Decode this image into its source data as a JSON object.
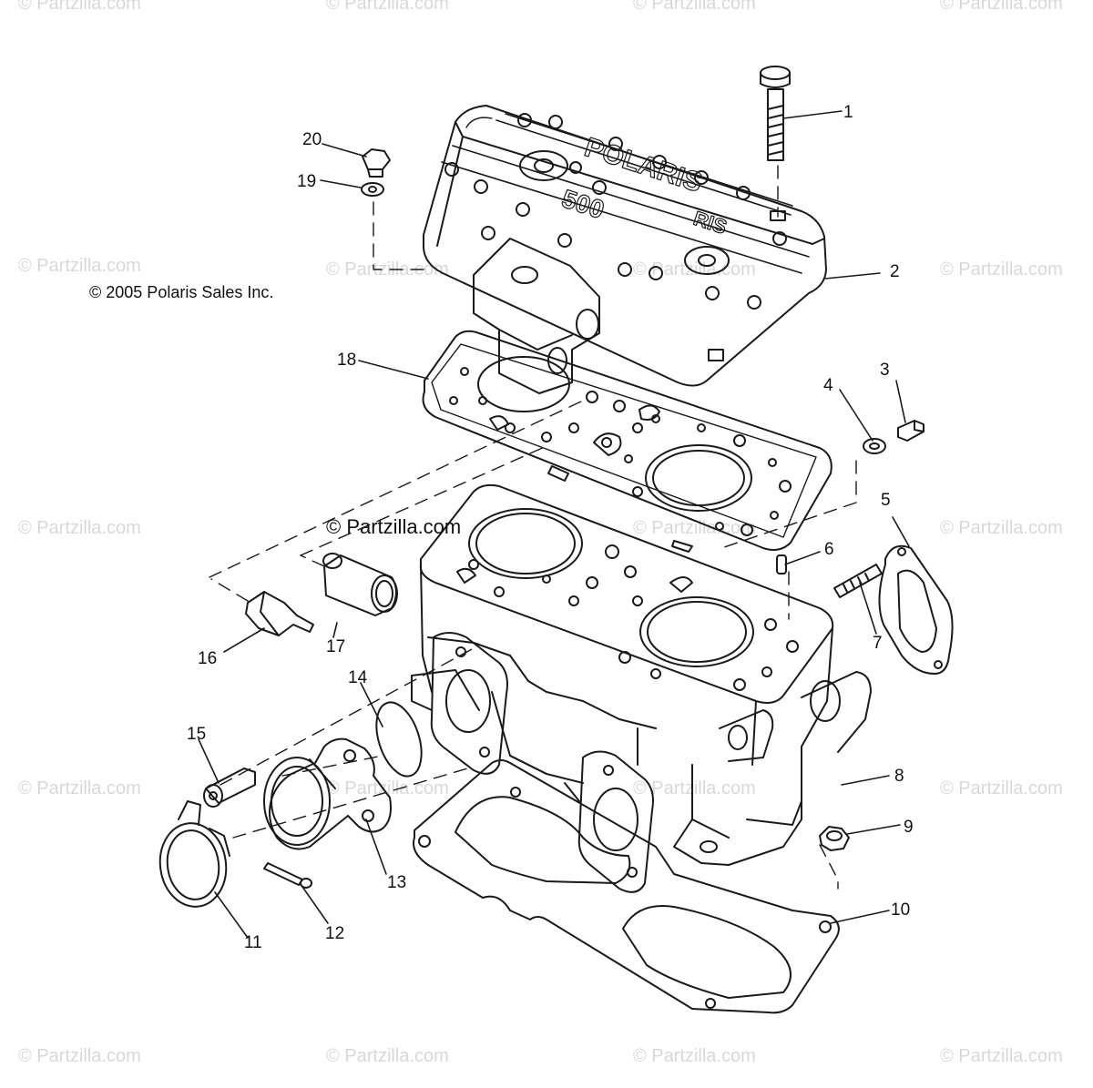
{
  "watermark": "© Partzilla.com",
  "copyright": "© 2005 Polaris Sales Inc.",
  "brand_mark": "© Partzilla.com",
  "callouts": [
    "1",
    "2",
    "3",
    "4",
    "5",
    "6",
    "7",
    "8",
    "9",
    "10",
    "11",
    "12",
    "13",
    "14",
    "15",
    "16",
    "17",
    "18",
    "19",
    "20"
  ],
  "colors": {
    "line": "#1a1a1a",
    "watermark": "#d8d8d8"
  }
}
